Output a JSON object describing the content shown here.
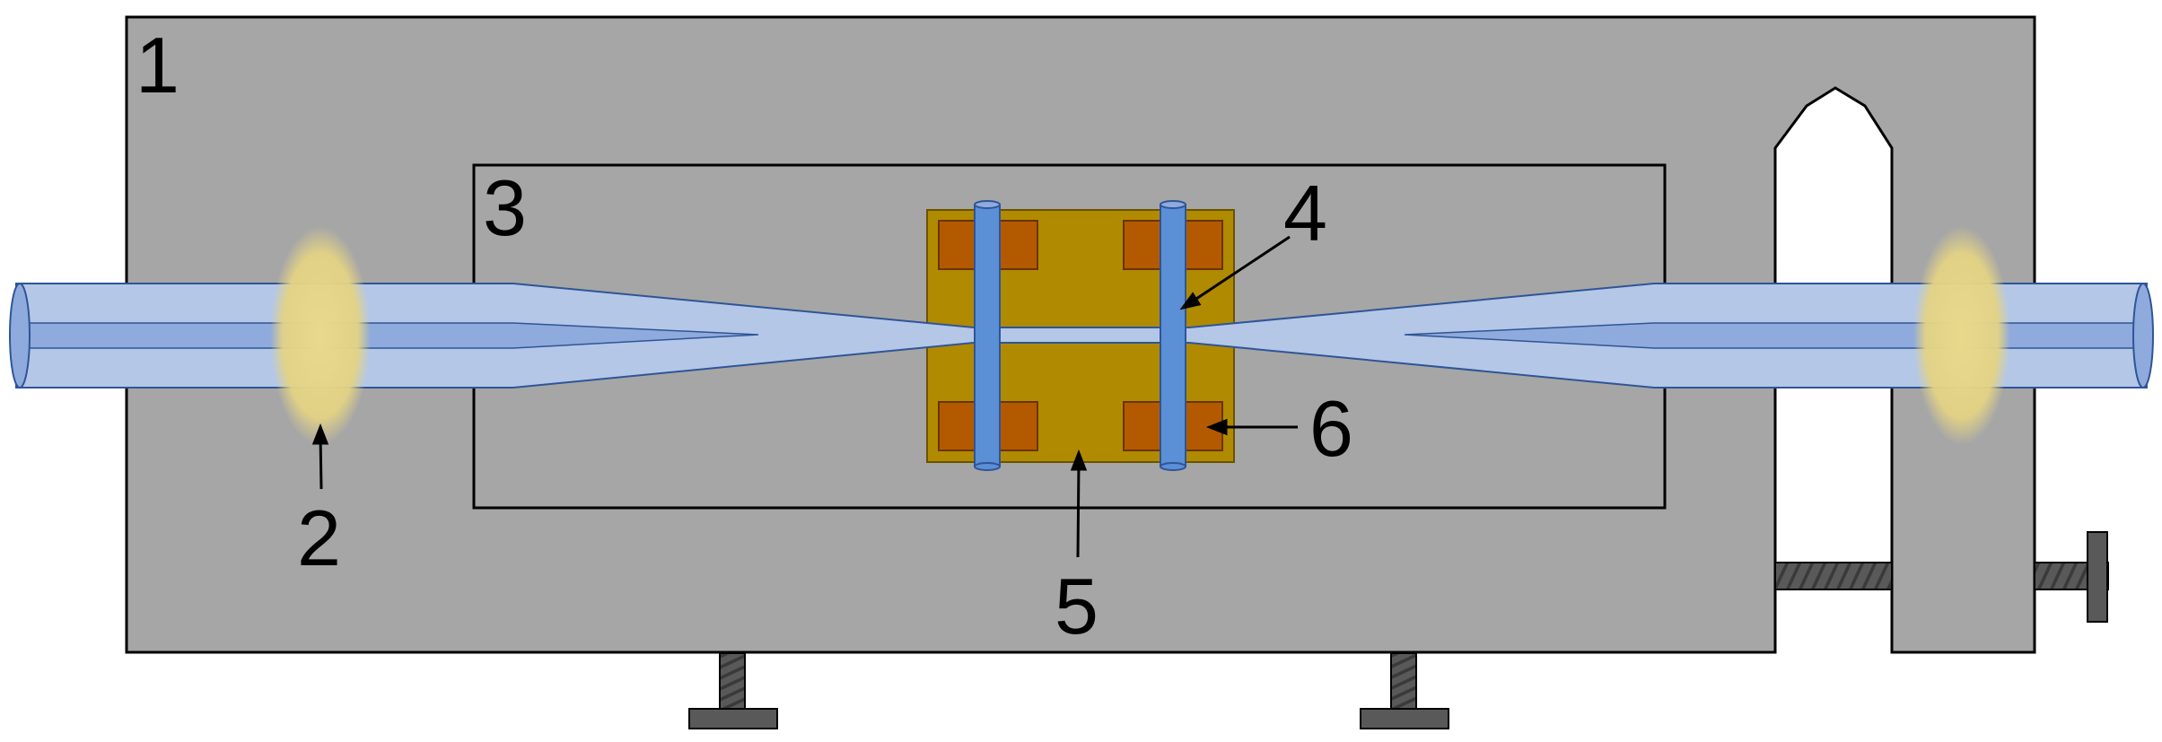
{
  "diagram": {
    "labels": {
      "frame": "1",
      "glue_left": "2",
      "cavity": "3",
      "clamp_pin": "4",
      "heater_block": "5",
      "clamp_pad": "6"
    },
    "colors": {
      "frame": "#a6a6a6",
      "outline": "#000000",
      "fiber_cladding": "#b4c7e7",
      "fiber_core": "#8faadc",
      "fiber_edge": "#2f5597",
      "pin": "#5b8fd6",
      "heater_block": "#b08a00",
      "clamp_pad": "#b35a00",
      "glue": "#e6d68a",
      "screw": "#595959",
      "white_slot": "#ffffff"
    }
  }
}
